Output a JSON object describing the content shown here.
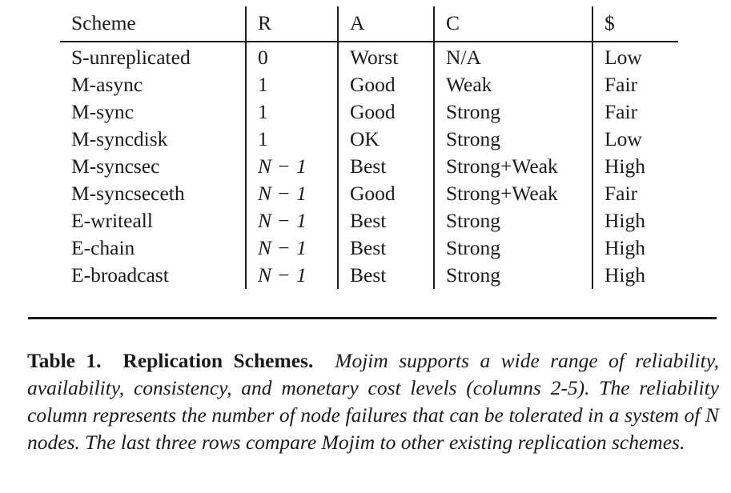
{
  "table": {
    "columns": [
      "Scheme",
      "R",
      "A",
      "C",
      "$"
    ],
    "rows": [
      {
        "scheme": "S-unreplicated",
        "r": "0",
        "r_math": false,
        "a": "Worst",
        "c": "N/A",
        "cost": "Low"
      },
      {
        "scheme": "M-async",
        "r": "1",
        "r_math": false,
        "a": "Good",
        "c": "Weak",
        "cost": "Fair"
      },
      {
        "scheme": "M-sync",
        "r": "1",
        "r_math": false,
        "a": "Good",
        "c": "Strong",
        "cost": "Fair"
      },
      {
        "scheme": "M-syncdisk",
        "r": "1",
        "r_math": false,
        "a": "OK",
        "c": "Strong",
        "cost": "Low"
      },
      {
        "scheme": "M-syncsec",
        "r": "N−1",
        "r_math": true,
        "a": "Best",
        "c": "Strong+Weak",
        "cost": "High"
      },
      {
        "scheme": "M-syncseceth",
        "r": "N−1",
        "r_math": true,
        "a": "Good",
        "c": "Strong+Weak",
        "cost": "Fair"
      },
      {
        "scheme": "E-writeall",
        "r": "N−1",
        "r_math": true,
        "a": "Best",
        "c": "Strong",
        "cost": "High"
      },
      {
        "scheme": "E-chain",
        "r": "N−1",
        "r_math": true,
        "a": "Best",
        "c": "Strong",
        "cost": "High"
      },
      {
        "scheme": "E-broadcast",
        "r": "N−1",
        "r_math": true,
        "a": "Best",
        "c": "Strong",
        "cost": "High"
      }
    ]
  },
  "caption": {
    "label": "Table 1.",
    "title": "Replication Schemes.",
    "body_part1": "Mojim supports a wide range of reliability, availability, consistency, and monetary cost levels (columns 2-5). The reliability column represents the number of node failures that can be tolerated in a system of ",
    "body_var": "N",
    "body_part2": " nodes. The last three rows compare Mojim to other existing replication schemes."
  },
  "colors": {
    "text": "#1a1a1a",
    "rule": "#1a1a1a",
    "background": "#ffffff"
  }
}
